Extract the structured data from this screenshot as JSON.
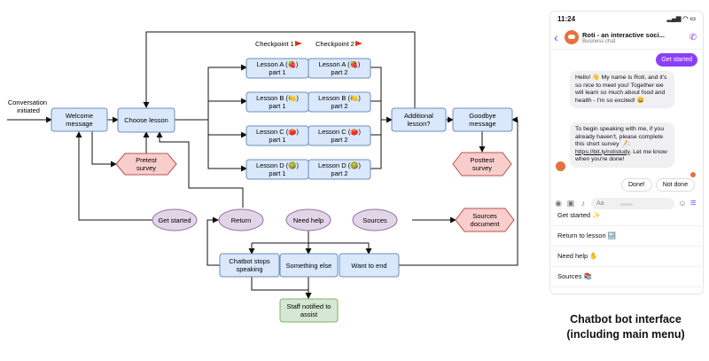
{
  "diagram": {
    "start_label": [
      "Conversation",
      "initiated"
    ],
    "checkpoints": [
      "Checkpoint 1",
      "Checkpoint 2"
    ],
    "nodes": {
      "welcome": [
        "Welcome",
        "message"
      ],
      "choose_lesson": [
        "Choose lesson"
      ],
      "pretest": [
        "Pretest",
        "survey"
      ],
      "lesson_a1": [
        "Lesson A (🍓)",
        "part 1"
      ],
      "lesson_a2": [
        "Lesson A (🍓)",
        "part 2"
      ],
      "lesson_b1": [
        "Lesson B (🍋)",
        "part 1"
      ],
      "lesson_b2": [
        "Lesson B (🍋)",
        "part 2"
      ],
      "lesson_c1": [
        "Lesson C (🍅)",
        "part 1"
      ],
      "lesson_c2": [
        "Lesson C (🍅)",
        "part 2"
      ],
      "lesson_d1": [
        "Lesson D (🥝)",
        "part 1"
      ],
      "lesson_d2": [
        "Lesson D (🥝)",
        "part 2"
      ],
      "additional": [
        "Additional",
        "lesson?"
      ],
      "goodbye": [
        "Goodbye",
        "message"
      ],
      "posttest": [
        "Posttest",
        "survey"
      ],
      "get_started": [
        "Get started"
      ],
      "return": [
        "Return"
      ],
      "need_help": [
        "Need help"
      ],
      "sources": [
        "Sources"
      ],
      "sources_doc": [
        "Sources",
        "document"
      ],
      "chatbot_stops": [
        "Chatbot stops",
        "speaking"
      ],
      "something_else": [
        "Something else"
      ],
      "want_to_end": [
        "Want to end"
      ],
      "staff": [
        "Staff notified to",
        "assist"
      ]
    },
    "colors": {
      "process_fill": "#dae8fc",
      "process_stroke": "#6c8ebf",
      "survey_fill": "#f8cecc",
      "survey_stroke": "#b85450",
      "menu_fill": "#e1d5e7",
      "menu_stroke": "#9673a6",
      "staff_fill": "#d5e8d4",
      "staff_stroke": "#82b366",
      "flag": "#d9331a"
    }
  },
  "phone": {
    "time": "11:24",
    "status_icons": "▂▄▆ ◠ ▭",
    "title": "Roti - an interactive soci...",
    "subtitle": "Business chat",
    "user_message": "Get started",
    "bot_message_1": "Hello! 👋 My name is Roti, and it's so nice to meet you! Together we will learn so much about food and health - I'm so excited! 😄",
    "bot_message_2_prefix": "To begin speaking with me, if you already haven't, please complete this short survey 📝: ",
    "bot_message_2_link": "https://bit.ly/rotistudy",
    "bot_message_2_suffix": ". Let me know when you're done!",
    "quick_replies": [
      "Done!",
      "Not done"
    ],
    "input_placeholder": "Aa",
    "menu_items": [
      "Get started ✨",
      "Return to lesson 🔙",
      "Need help ✋",
      "Sources 📚"
    ]
  },
  "caption": [
    "Chatbot bot interface",
    "(including main menu)"
  ]
}
